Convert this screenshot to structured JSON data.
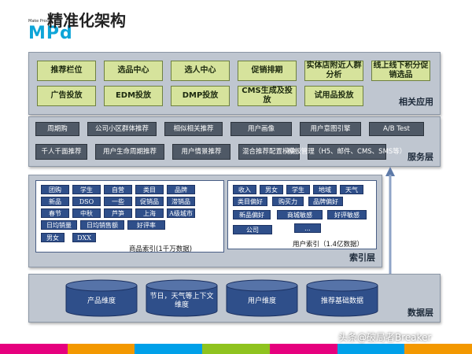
{
  "header": {
    "logo_small": "Make Prod",
    "logo_big": "MPd",
    "title": "精准化架构"
  },
  "app_layer": {
    "label": "相关应用",
    "row1": [
      "推荐栏位",
      "选品中心",
      "选人中心",
      "促销排期",
      "实体店附近人群分析",
      "线上线下积分促销选品"
    ],
    "row2": [
      "广告投放",
      "EDM投放",
      "DMP投放",
      "CMS生成及投放",
      "试用品投放"
    ]
  },
  "service_layer": {
    "label": "服务层",
    "row1": [
      "周期购",
      "公司小区群体推荐",
      "相似相关推荐",
      "用户画像",
      "用户意图引擎",
      "A/B Test"
    ],
    "row2": [
      "千人千面推荐",
      "用户生命周期推荐",
      "用户情景推荐",
      "混合推荐配置模块",
      "模板管理（H5、邮件、CMS、SMS等）"
    ]
  },
  "index_layer": {
    "label": "索引层",
    "product": {
      "caption": "商品索引(1千万数据)",
      "tags": [
        "团购",
        "学生",
        "自营",
        "类目",
        "品牌",
        "新品",
        "DSO",
        "一些",
        "促销品",
        "滞销品",
        "春节",
        "中秋",
        "芦笋",
        "上海",
        "A级城市",
        "日均销量",
        "日均销售额",
        "好评率",
        "男女",
        "DXX"
      ]
    },
    "user": {
      "caption": "用户索引（1.4亿数据）",
      "tags": [
        "收入",
        "男女",
        "学生",
        "地域",
        "天气",
        "类目偏好",
        "购买力",
        "品牌偏好",
        "新品偏好",
        "商城敏感",
        "好评敏感",
        "公司",
        "..."
      ]
    }
  },
  "data_layer": {
    "label": "数据层",
    "stores": [
      "产品维度",
      "节日，天气等上下文维度",
      "用户维度",
      "推荐基础数据"
    ]
  },
  "footer": {
    "colors": [
      "#e6007e",
      "#f39800",
      "#00a0e9",
      "#8fc31f",
      "#e6007e",
      "#00a0e9",
      "#f39800"
    ],
    "watermark": "头条@破局者Breaker"
  }
}
